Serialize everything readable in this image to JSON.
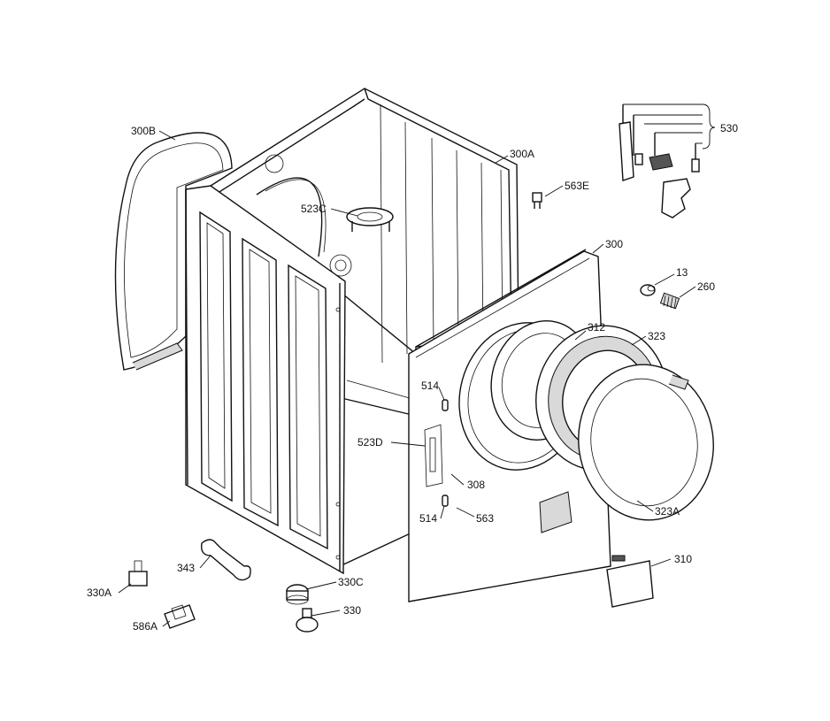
{
  "labels": {
    "l300B": "300B",
    "l300A": "300A",
    "l563E": "563E",
    "l530": "530",
    "l523C": "523C",
    "l300": "300",
    "l13": "13",
    "l260": "260",
    "l312": "312",
    "l323": "323",
    "l514a": "514",
    "l523D": "523D",
    "l308": "308",
    "l514b": "514",
    "l563": "563",
    "l323A": "323A",
    "l310": "310",
    "l343": "343",
    "l330A": "330A",
    "l330C": "330C",
    "l330": "330",
    "l586A": "586A"
  }
}
